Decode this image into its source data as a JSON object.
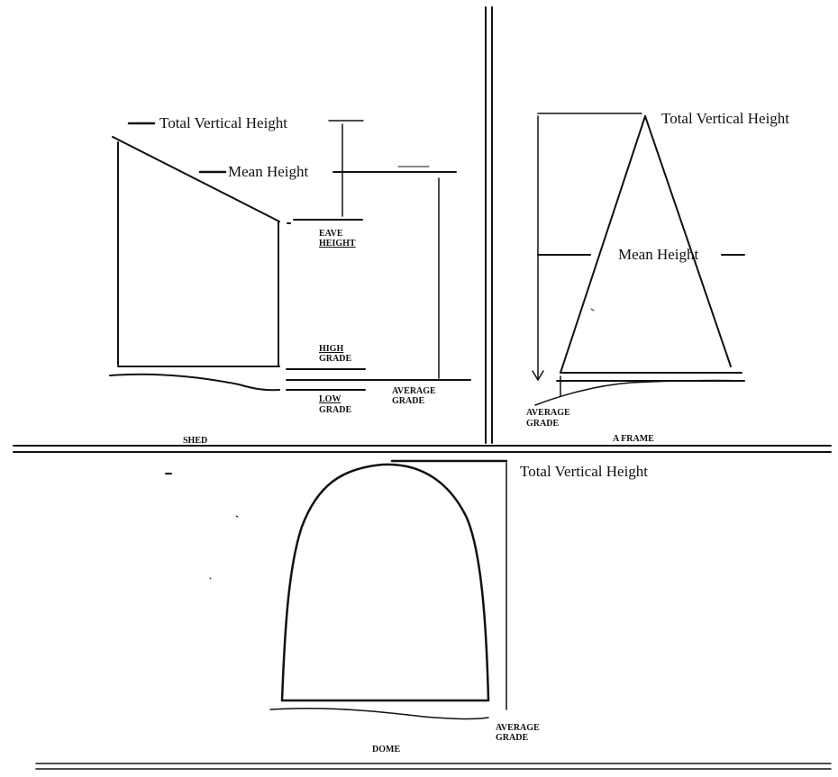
{
  "shed": {
    "caption": "SHED",
    "total_height_label": "Total Vertical Height",
    "mean_height_label": "Mean Height",
    "eave_height_label": [
      "EAVE",
      "HEIGHT"
    ],
    "high_grade_label": [
      "HIGH",
      "GRADE"
    ],
    "low_grade_label": [
      "LOW",
      "GRADE"
    ],
    "average_grade_label": [
      "AVERAGE",
      "GRADE"
    ]
  },
  "aframe": {
    "caption": "A FRAME",
    "total_height_label": "Total Vertical Height",
    "mean_height_label": "Mean Height",
    "average_grade_label": [
      "AVERAGE",
      "GRADE"
    ]
  },
  "dome": {
    "caption": "DOME",
    "total_height_label": "Total Vertical Height",
    "average_grade_label": [
      "AVERAGE",
      "GRADE"
    ]
  },
  "colors": {
    "ink": "#111111",
    "paper": "#ffffff"
  }
}
